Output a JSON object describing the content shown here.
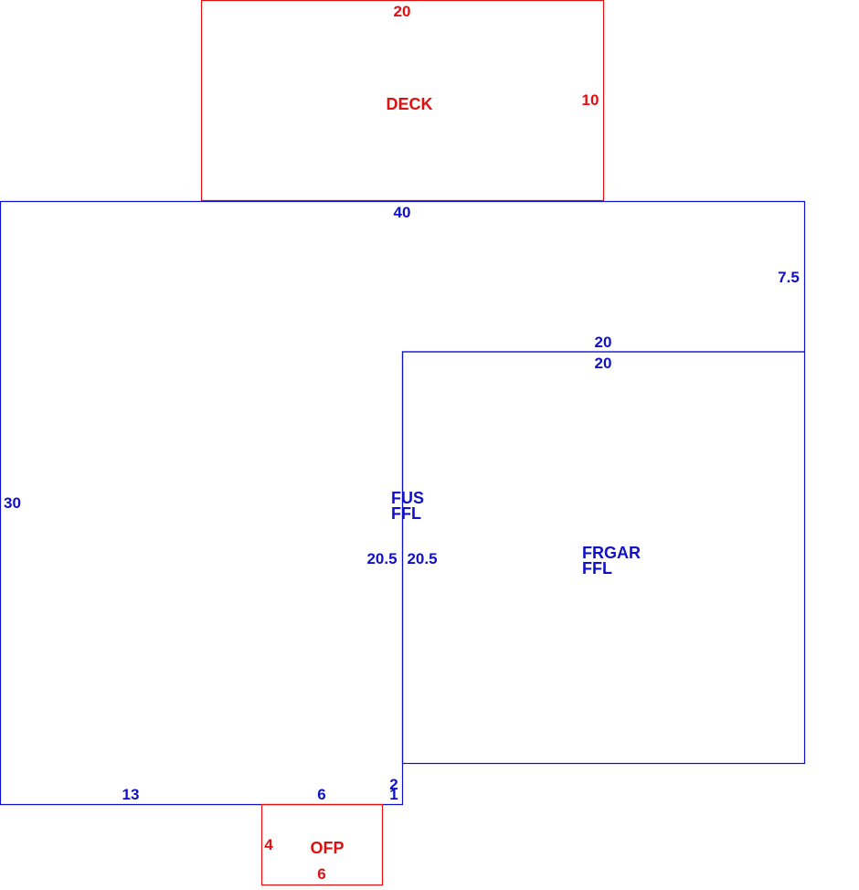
{
  "colors": {
    "dwelling": "#1010c8",
    "addition": "#e01010",
    "background": "#ffffff"
  },
  "deck": {
    "name": "DECK",
    "top_dim": "20",
    "right_dim": "10"
  },
  "main": {
    "name_line1": "FUS",
    "name_line2": "FFL",
    "top_dim": "40",
    "right_dim": "7.5",
    "left_dim": "30",
    "bottom_left_dim": "13",
    "bottom_mid_dim": "6",
    "jog_dim_upper": "2",
    "jog_dim_lower": "1",
    "inner_side_dim": "20.5"
  },
  "garage": {
    "name_line1": "FRGAR",
    "name_line2": "FFL",
    "top_dim_outer": "20",
    "top_dim_inner": "20",
    "left_dim": "20.5"
  },
  "porch": {
    "name": "OFP",
    "left_dim": "4",
    "bottom_dim": "6"
  }
}
